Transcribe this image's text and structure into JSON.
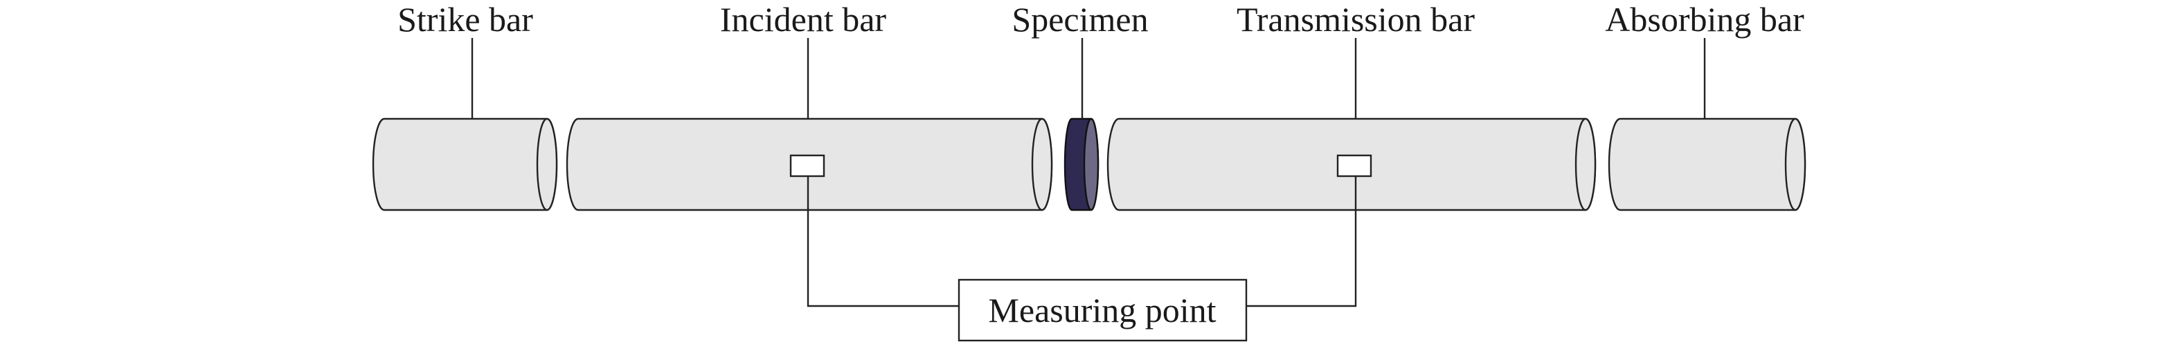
{
  "labels": {
    "strike_bar": "Strike bar",
    "incident_bar": "Incident bar",
    "specimen": "Specimen",
    "transmission_bar": "Transmission bar",
    "absorbing_bar": "Absorbing bar",
    "measuring_point": "Measuring point"
  },
  "colors": {
    "bar_fill": "#e6e6e6",
    "outline": "#222222",
    "specimen_fill": "#2e2a52",
    "text": "#1a1a1a"
  }
}
